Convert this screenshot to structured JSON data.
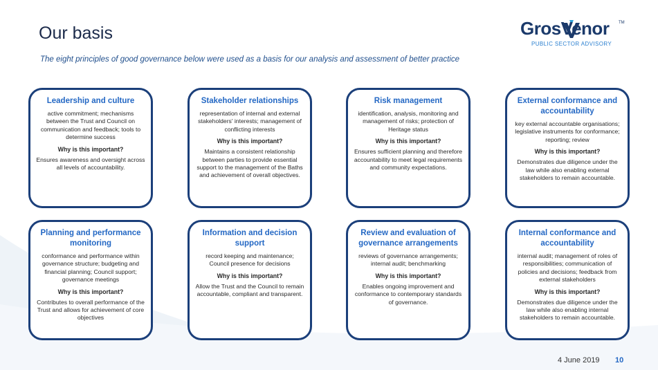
{
  "page": {
    "title": "Our basis",
    "subtitle": "The eight principles of good governance below were used as a basis for our analysis and assessment of better practice",
    "date": "4 June 2019",
    "page_number": "10"
  },
  "logo": {
    "word": "GrosVenor",
    "trademark": "TM",
    "tagline": "PUBLIC SECTOR ADVISORY"
  },
  "colors": {
    "card_border": "#1b3f7a",
    "card_title": "#2468c4",
    "title": "#1b2a4a",
    "subtitle": "#1f4e8c"
  },
  "why_label": "Why is this important?",
  "principles": [
    {
      "title": "Leadership and culture",
      "description": "active commitment; mechanisms between the Trust and Council on communication and feedback; tools to determine success",
      "importance": "Ensures awareness and oversight across all levels of accountability."
    },
    {
      "title": "Stakeholder relationships",
      "description": "representation of internal and external stakeholders' interests; management of conflicting interests",
      "importance": "Maintains a consistent relationship between parties to provide essential support to the management of the Baths and achievement of overall objectives."
    },
    {
      "title": "Risk management",
      "description": "identification, analysis, monitoring and management of risks; protection of Heritage status",
      "importance": "Ensures sufficient planning and therefore accountability to meet legal requirements and community expectations."
    },
    {
      "title": "External conformance and accountability",
      "description": "key external accountable organisations; legislative instruments for conformance; reporting; review",
      "importance": "Demonstrates due diligence under the law while also enabling external stakeholders to remain accountable."
    },
    {
      "title": "Planning and performance monitoring",
      "description": "conformance and performance within governance structure; budgeting and financial planning; Council support; governance meetings",
      "importance": "Contributes to overall performance of the Trust and allows for achievement of core objectives"
    },
    {
      "title": "Information and decision support",
      "description": "record keeping and maintenance; Council presence for decisions",
      "importance": "Allow the Trust and the Council to remain accountable, compliant and transparent."
    },
    {
      "title": "Review and evaluation of governance arrangements",
      "description": "reviews of governance arrangements; internal audit; benchmarking",
      "importance": "Enables ongoing improvement and conformance to contemporary standards of governance."
    },
    {
      "title": "Internal conformance and accountability",
      "description": "internal audit; management of roles of responsibilities; communication of policies and decisions; feedback from external stakeholders",
      "importance": "Demonstrates due diligence under the law while also enabling internal stakeholders to remain accountable."
    }
  ]
}
